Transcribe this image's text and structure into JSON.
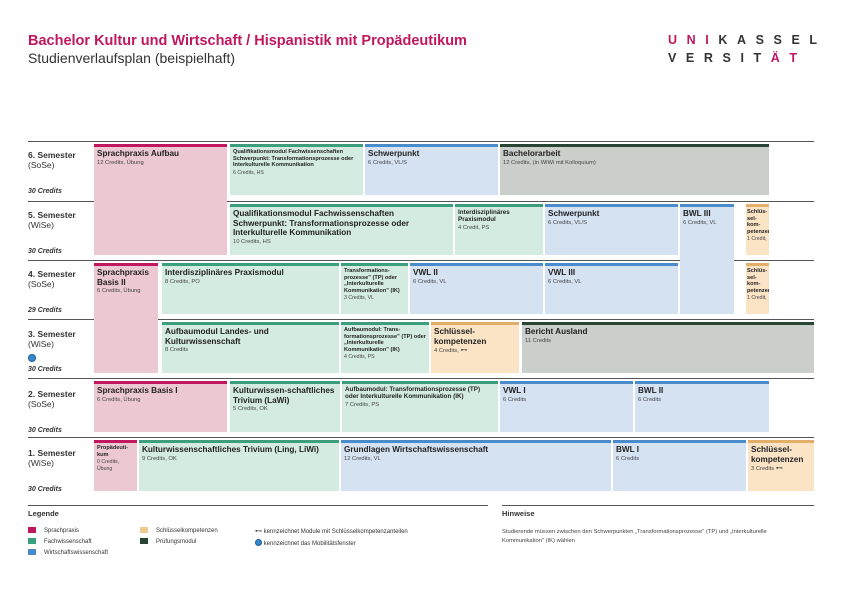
{
  "header": {
    "title": "Bachelor Kultur und Wirtschaft / Hispanistik mit Propädeutikum",
    "subtitle": "Studienverlaufsplan (beispielhaft)",
    "logo_line1": "UNIKASSEL",
    "logo_line2": "VERSITÄT"
  },
  "semesters": [
    {
      "title": "6. Semester",
      "term": "(SoSe)",
      "credits": "30 Credits"
    },
    {
      "title": "5. Semester",
      "term": "(WiSe)",
      "credits": "30 Credits"
    },
    {
      "title": "4. Semester",
      "term": "(SoSe)",
      "credits": "29 Credits"
    },
    {
      "title": "3. Semester",
      "term": "(WiSe)",
      "credits": "30 Credits"
    },
    {
      "title": "2. Semester",
      "term": "(SoSe)",
      "credits": "30 Credits"
    },
    {
      "title": "1. Semester",
      "term": "(WiSe)",
      "credits": "30 Credits"
    }
  ],
  "modules": {
    "s6_sprachpraxis": {
      "name": "Sprachpraxis Aufbau",
      "detail": "12 Credits, Übung"
    },
    "s6_qualifikation": {
      "name": "Qualifikationsmodul Fachwissenschaften Schwerpunkt: Transformationsprozesse oder Interkulturelle Kommunikation",
      "detail": "6 Credits, HS"
    },
    "s6_schwerpunkt": {
      "name": "Schwerpunkt",
      "detail": "6 Credits, VL/S"
    },
    "s6_bachelorarbeit": {
      "name": "Bachelorarbeit",
      "detail": "12 Credits, (in WiWi mit Kolloquium)"
    },
    "s5_qualifikation": {
      "name": "Qualifikationsmodul Fachwissenschaften Schwerpunkt: Transformationsprozesse oder Interkulturelle Kommunikation",
      "detail": "10 Credits, HS"
    },
    "s5_praxismodul": {
      "name": "Interdisziplinäres Praxismodul",
      "detail": "4 Credit, PS"
    },
    "s5_schwerpunkt": {
      "name": "Schwerpunkt",
      "detail": "6 Credits, VL/S"
    },
    "s5_bwl3": {
      "name": "BWL III",
      "detail": "6 Credits, VL"
    },
    "s5_schluessel": {
      "name": "Schlüs-sel-kom-petenzen",
      "detail": "1 Credit,"
    },
    "s4_sprachpraxis2": {
      "name": "Sprachpraxis Basis II",
      "detail": "6 Credits, Übung"
    },
    "s4_praxismodul": {
      "name": "Interdisziplinäres Praxismodul",
      "detail": "8 Credits, PO"
    },
    "s4_transformation": {
      "name": "Transformations-prozesse\" (TP) oder „Interkulturelle Kommunikation\" (IK)",
      "detail": "3 Credits, VL"
    },
    "s4_vwl2": {
      "name": "VWL II",
      "detail": "6 Credits, VL"
    },
    "s4_vwl3": {
      "name": "VWL III",
      "detail": "6 Credits, VL"
    },
    "s4_schluessel": {
      "name": "Schlüs-sel-kom-petenzen",
      "detail": "1 Credit,"
    },
    "s3_aufbau": {
      "name": "Aufbaumodul Landes- und Kulturwissenschaft",
      "detail": "8 Credits"
    },
    "s3_aufbau_tp": {
      "name": "Aufbaumodul: Trans-formationsprozesse\" (TP) oder „Interkulturelle Kommunikation\" (IK)",
      "detail": "4 Credits, PS"
    },
    "s3_schluessel": {
      "name": "Schlüssel-kompetenzen",
      "detail": "4 Credits,"
    },
    "s3_bericht": {
      "name": "Bericht Ausland",
      "detail": "11 Credits"
    },
    "s2_sprachpraxis1": {
      "name": "Sprachpraxis Basis I",
      "detail": "6 Credits, Übung"
    },
    "s2_trivium": {
      "name": "Kulturwissen-schaftliches Trivium (LaWi)",
      "detail": "5 Credits, OK"
    },
    "s2_aufbau_tp": {
      "name": "Aufbaumodul: Transformationsprozesse (TP) oder Interkulturelle Kommunikation (IK)",
      "detail": "7 Credits, PS"
    },
    "s2_vwl1": {
      "name": "VWL I",
      "detail": "6 Credits"
    },
    "s2_bwl2": {
      "name": "BWL II",
      "detail": "6 Credits"
    },
    "s1_propaedeutikum": {
      "name": "Propädeuti-kum",
      "detail": "0 Credits, Übung"
    },
    "s1_trivium": {
      "name": "Kulturwissenschaftliches Trivium (Ling, LiWi)",
      "detail": "9 Credits, OK"
    },
    "s1_grundlagen": {
      "name": "Grundlagen Wirtschaftswissenschaft",
      "detail": "12 Credits, VL"
    },
    "s1_bwl1": {
      "name": "BWL I",
      "detail": "6 Credits"
    },
    "s1_schluessel": {
      "name": "Schlüssel-kompetenzen",
      "detail": "3 Credits"
    }
  },
  "legend": {
    "heading": "Legende",
    "items": [
      {
        "label": "Sprachpraxis",
        "color": "#c0175e"
      },
      {
        "label": "Fachwissenschaft",
        "color": "#3d9e7e"
      },
      {
        "label": "Wirtschaftswissenschaft",
        "color": "#4a8bcb"
      },
      {
        "label": "Schlüsselkompetenzen",
        "color": "#f0c890"
      },
      {
        "label": "Prüfungsmodul",
        "color": "#284534"
      }
    ],
    "key_text": "kennzeichnet Module mit Schlüsselkompetenzanteilen",
    "globe_text": "kennzeichnet das Mobilitätsfenster"
  },
  "notes": {
    "heading": "Hinweise",
    "text": "Studierende müssen zwischen den Schwerpunkten „Transformationsprozesse\" (TP) und „Interkulturelle Kommunikation\" (IK) wählen"
  }
}
